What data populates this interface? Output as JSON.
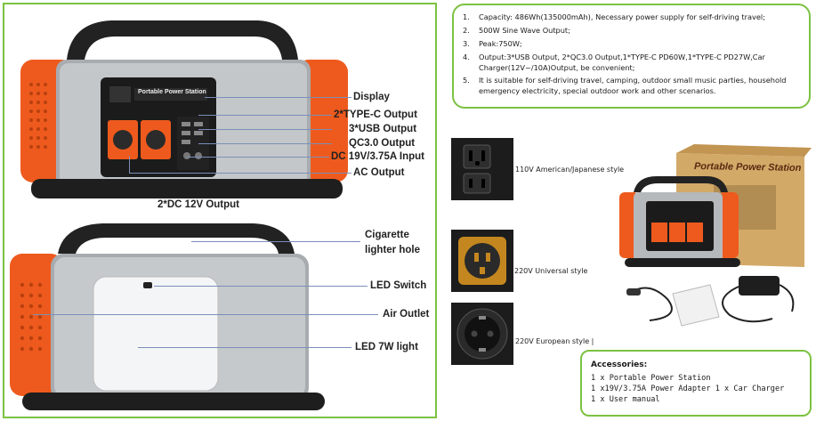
{
  "top_unit": {
    "screen_title": "Portable Power Station",
    "callouts": {
      "display": "Display",
      "typec": "2*TYPE-C Output",
      "usb": "3*USB Output",
      "qc": "QC3.0 Output",
      "dc_input": "DC 19V/3.75A Input",
      "ac": "AC Output",
      "dc12": "2*DC 12V Output"
    }
  },
  "bottom_unit": {
    "callouts": {
      "cigarette": "Cigarette\nlighter hole",
      "led_switch": "LED Switch",
      "air": "Air Outlet",
      "led_light": "LED 7W light"
    }
  },
  "specs": [
    {
      "num": "1.",
      "text": "Capacity:  486Wh(135000mAh), Necessary power supply for self-driving travel;"
    },
    {
      "num": "2.",
      "text": "500W Sine Wave Output;"
    },
    {
      "num": "3.",
      "text": "Peak:750W;"
    },
    {
      "num": "4.",
      "text": "Output:3*USB Output,  2*QC3.0  Output,1*TYPE-C PD60W,1*TYPE-C  PD27W,Car Charger(12V~/10A)Output, be convenient;"
    },
    {
      "num": "5.",
      "text": "It is suitable for self-driving travel, camping, outdoor small music parties, household emergency electricity, special outdoor work and other scenarios."
    }
  ],
  "sockets": [
    {
      "label": "110V American/Japanese style"
    },
    {
      "label": "220V  Universal style"
    },
    {
      "label": "220V European style |"
    }
  ],
  "box_title": "Portable Power Station",
  "accessories": {
    "title": "Accessories:",
    "items": [
      "1 x Portable Power Station",
      "1 x19V/3.75A Power Adapter 1 x Car Charger",
      "1 x User manual"
    ]
  },
  "colors": {
    "accent_orange": "#ee5a1d",
    "frame_green": "#7cc242",
    "body_gray": "#a8acb0"
  }
}
